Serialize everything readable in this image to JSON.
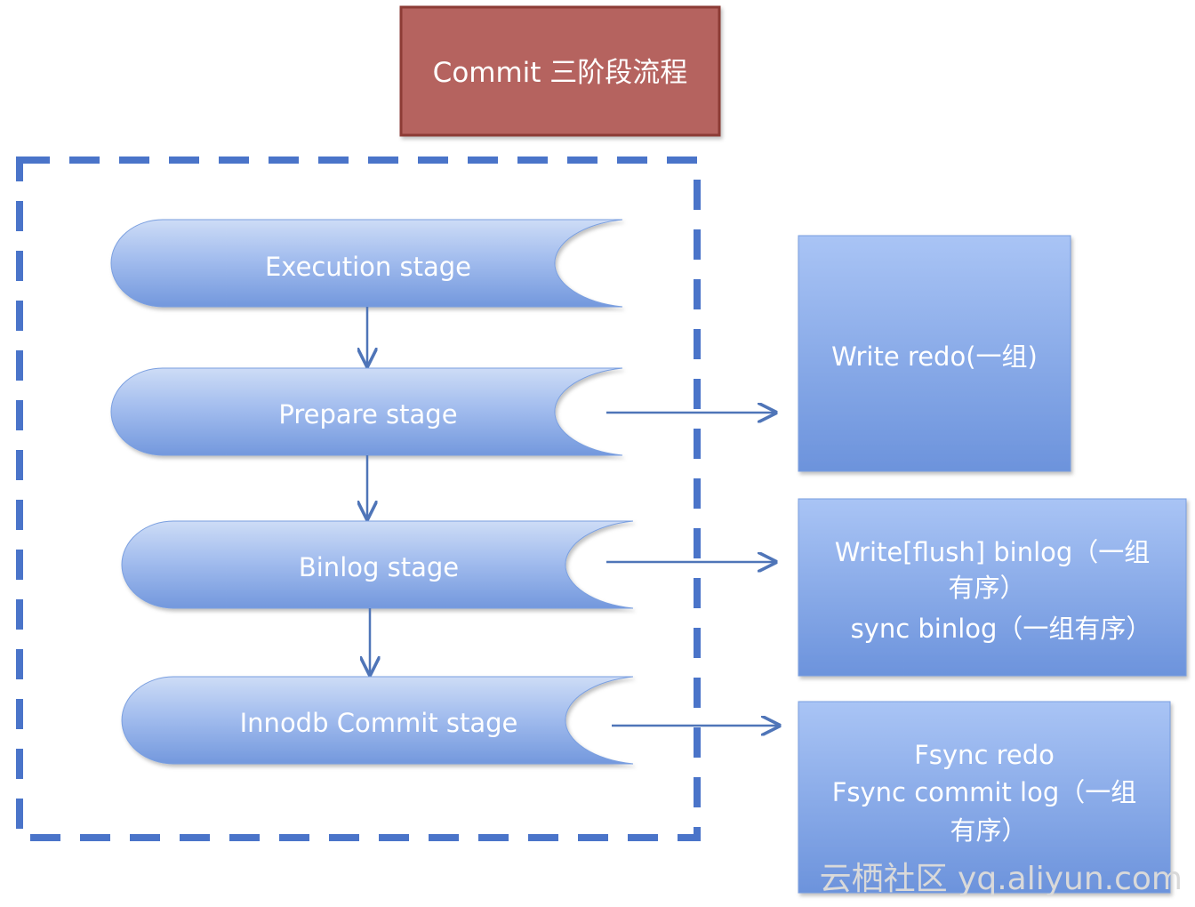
{
  "title": "Commit  三阶段流程",
  "stages": [
    {
      "label": "Execution stage"
    },
    {
      "label": "Prepare stage"
    },
    {
      "label": "Binlog stage"
    },
    {
      "label": "Innodb Commit stage"
    }
  ],
  "outputs": [
    {
      "lines": [
        "Write redo(一组)"
      ]
    },
    {
      "lines": [
        "Write[flush] binlog（一组",
        "有序）",
        "sync binlog（一组有序）"
      ]
    },
    {
      "lines": [
        "Fsync redo",
        "Fsync commit log（一组",
        "有序）"
      ]
    }
  ],
  "watermark": "云栖社区 yq.aliyun.com",
  "colors": {
    "title_fill": "#b5635e",
    "title_border": "#8c3a36",
    "dashed_border": "#4a74c9",
    "stage_light": "#c5d7f5",
    "stage_dark": "#7a9fe0",
    "box_light": "#a8c3f5",
    "box_dark": "#6b93de",
    "arrow": "#4f75b8"
  }
}
